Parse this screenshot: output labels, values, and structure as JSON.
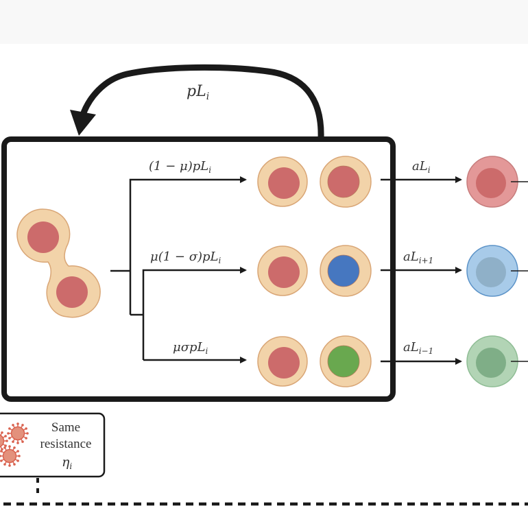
{
  "feedback": {
    "label": "pL",
    "sub": "i"
  },
  "branches": [
    {
      "label": "(1 − μ)pL",
      "sub": "i",
      "daughter_color": "#cc6b6b"
    },
    {
      "label": "μ(1 − σ)pL",
      "sub": "i",
      "daughter_color": "#4677c0"
    },
    {
      "label": "μσpL",
      "sub": "i",
      "daughter_color": "#69a84f"
    }
  ],
  "outputs": [
    {
      "label": "aL",
      "sub": "i",
      "outer": "#e39898",
      "inner": "#cc6b6b",
      "stroke": "#c77d7d"
    },
    {
      "label": "aL",
      "sub": "i+1",
      "outer": "#a8cbe9",
      "inner": "#8fb0c8",
      "stroke": "#5c93c8"
    },
    {
      "label": "aL",
      "sub": "i−1",
      "outer": "#b2d4b5",
      "inner": "#7fae87",
      "stroke": "#8fbd95"
    }
  ],
  "legend": {
    "line1": "Same",
    "line2": "resistance",
    "eta": "η",
    "eta_sub": "i"
  },
  "colors": {
    "cell_cytoplasm": "#f2d3a9",
    "cell_outline": "#d9a676",
    "parent_nucleus": "#cc6b6b",
    "virus": "#e3917c",
    "line": "#1a1a1a"
  }
}
